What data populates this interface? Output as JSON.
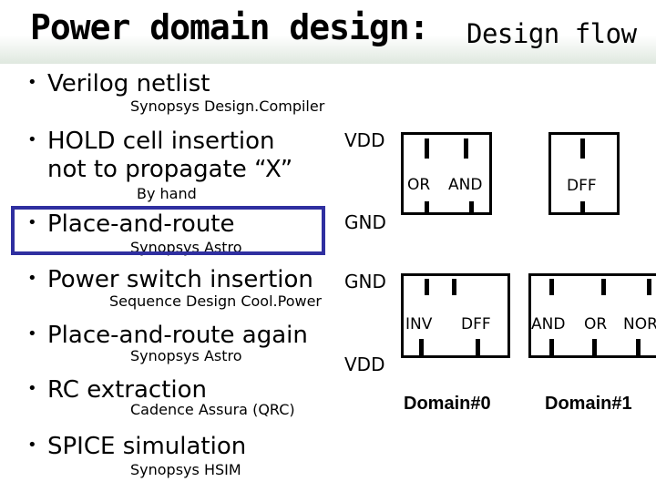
{
  "title": {
    "main": "Power domain design:",
    "sub": "Design flow"
  },
  "steps": [
    {
      "label": "Verilog netlist",
      "tool": "Synopsys Design.Compiler"
    },
    {
      "label": "HOLD cell insertion",
      "label2": "not to propagate “X”",
      "tool": "By hand"
    },
    {
      "label": "Place-and-route",
      "tool": "Synopsys Astro"
    },
    {
      "label": "Power switch insertion",
      "tool": "Sequence Design Cool.Power"
    },
    {
      "label": "Place-and-route again",
      "tool": "Synopsys Astro"
    },
    {
      "label": "RC extraction",
      "tool": "Cadence Assura (QRC)"
    },
    {
      "label": "SPICE simulation",
      "tool": "Synopsys HSIM"
    }
  ],
  "highlight_color": "#2f2fa0",
  "diagram": {
    "top": {
      "rail_top": "VDD",
      "rail_bottom": "GND",
      "cells": [
        "OR",
        "AND",
        "DFF"
      ]
    },
    "bottom": {
      "rail_top": "GND",
      "rail_bottom": "VDD",
      "domain0_cells": [
        "INV",
        "DFF"
      ],
      "domain1_cells": [
        "AND",
        "OR",
        "NOR"
      ],
      "domain0_label": "Domain#0",
      "domain1_label": "Domain#1"
    }
  }
}
